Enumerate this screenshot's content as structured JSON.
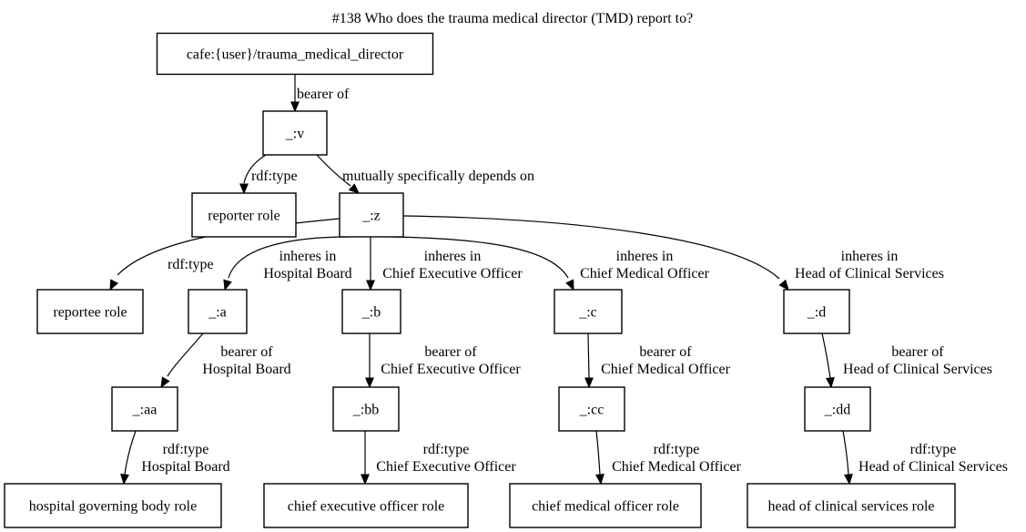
{
  "title": "#138 Who does the trauma medical director (TMD) report to?",
  "nodes": {
    "tmd": "cafe:{user}/trauma_medical_director",
    "v": "_:v",
    "reporter_role": "reporter role",
    "z": "_:z",
    "reportee_role": "reportee role",
    "a": "_:a",
    "b": "_:b",
    "c": "_:c",
    "d": "_:d",
    "aa": "_:aa",
    "bb": "_:bb",
    "cc": "_:cc",
    "dd": "_:dd",
    "hgb_role": "hospital governing body role",
    "ceo_role": "chief executive officer role",
    "cmo_role": "chief medical officer role",
    "hcs_role": "head of clinical services role"
  },
  "edges": {
    "tmd_v": [
      "bearer of"
    ],
    "v_reporter": [
      "rdf:type"
    ],
    "v_z": [
      "mutually specifically depends on"
    ],
    "z_reportee": [
      "rdf:type"
    ],
    "z_a": [
      "inheres in",
      "Hospital Board"
    ],
    "z_b": [
      "inheres in",
      "Chief Executive Officer"
    ],
    "z_c": [
      "inheres in",
      "Chief Medical Officer"
    ],
    "z_d": [
      "inheres in",
      "Head of Clinical Services"
    ],
    "a_aa": [
      "bearer of",
      "Hospital Board"
    ],
    "b_bb": [
      "bearer of",
      "Chief Executive Officer"
    ],
    "c_cc": [
      "bearer of",
      "Chief Medical Officer"
    ],
    "d_dd": [
      "bearer of",
      "Head of Clinical Services"
    ],
    "aa_hgb": [
      "rdf:type",
      "Hospital Board"
    ],
    "bb_ceo": [
      "rdf:type",
      "Chief Executive Officer"
    ],
    "cc_cmo": [
      "rdf:type",
      "Chief Medical Officer"
    ],
    "dd_hcs": [
      "rdf:type",
      "Head of Clinical Services"
    ]
  }
}
